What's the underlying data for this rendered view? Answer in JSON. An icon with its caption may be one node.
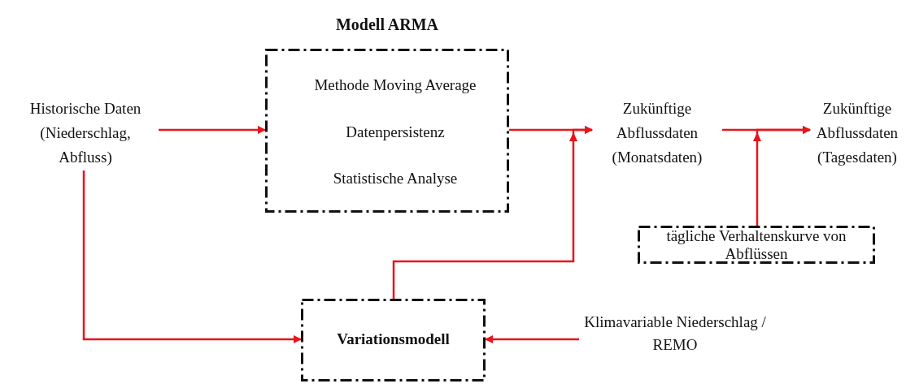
{
  "diagram": {
    "nodes": [
      {
        "text": [
          "Historische Daten (Niederschlag, Abfluss)"
        ]
      },
      {
        "text": [
          "Modell ARMA",
          "Methode Moving Average",
          "Datenpersistenz",
          "Statistische Analyse"
        ]
      },
      {
        "text": [
          "Zukünftige Abflussdaten (Monatsdaten)"
        ]
      },
      {
        "text": [
          "Zukünftige Abflussdaten (Tagesdaten)"
        ]
      },
      {
        "text": [
          "tägliche Verhaltenskurve von Abflüssen"
        ]
      },
      {
        "text": [
          "Variationsmodell"
        ]
      },
      {
        "text": [
          "Klimavariable Niederschlag / REMO"
        ]
      }
    ],
    "edges": [
      {
        "from": 0,
        "to": 1,
        "arrow": "to"
      },
      {
        "from": 1,
        "to": 2,
        "arrow": "to"
      },
      {
        "from": 5,
        "to": 2,
        "arrow": "to"
      },
      {
        "from": 0,
        "to": 5,
        "arrow": "to"
      },
      {
        "from": 2,
        "to": 3,
        "arrow": "to"
      },
      {
        "from": 4,
        "to": 3,
        "arrow": "to"
      },
      {
        "from": 6,
        "to": 5,
        "arrow": "to"
      }
    ]
  }
}
